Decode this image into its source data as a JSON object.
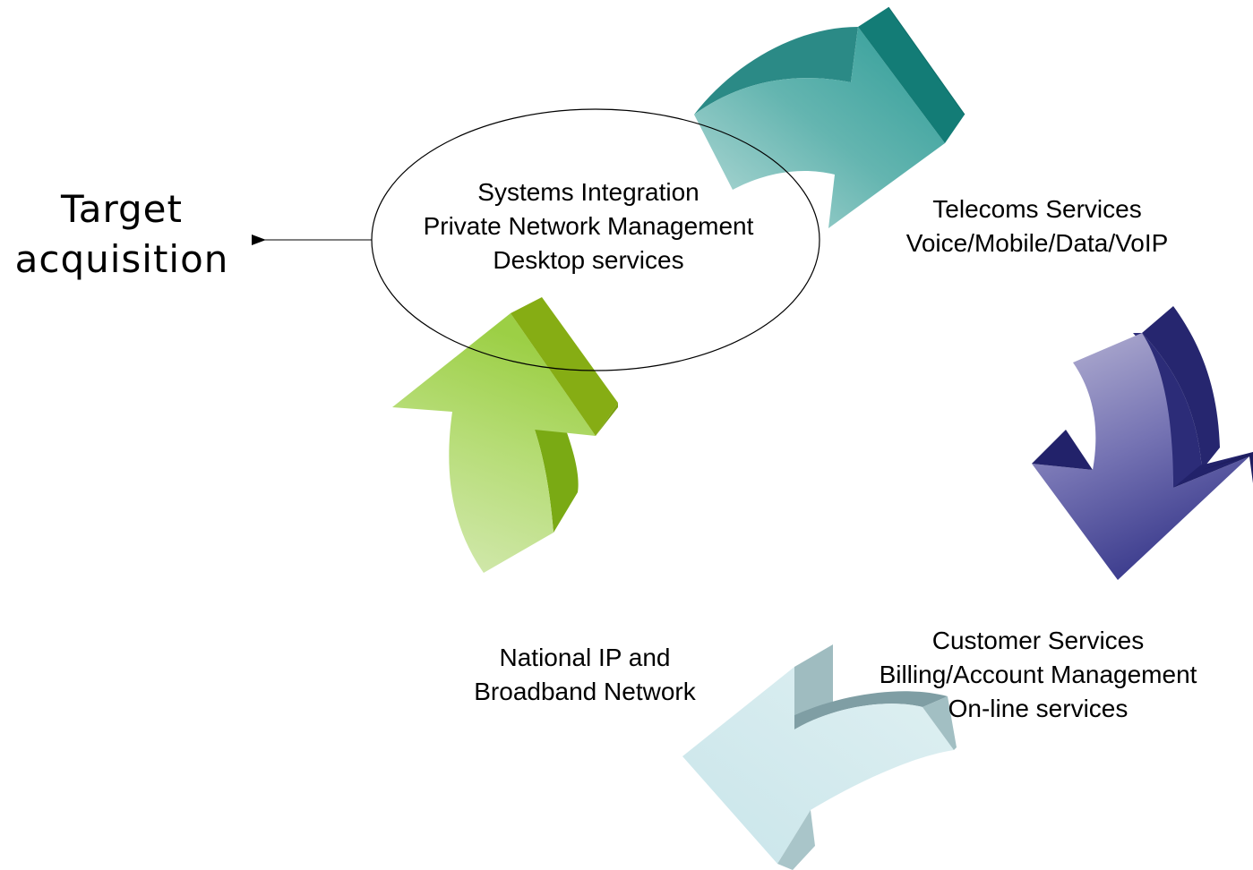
{
  "target_label": {
    "line1": "Target",
    "line2": "acquisition"
  },
  "center_ellipse": {
    "line1": "Systems Integration",
    "line2": "Private Network Management",
    "line3": "Desktop services"
  },
  "telecoms": {
    "line1": "Telecoms Services",
    "line2": "Voice/Mobile/Data/VoIP"
  },
  "customer": {
    "line1": "Customer Services",
    "line2": "Billing/Account Management",
    "line3": "On-line services"
  },
  "network": {
    "line1": "National IP and",
    "line2": "Broadband Network"
  },
  "colors": {
    "teal_arrow": "#2a9a96",
    "navy_arrow": "#3a3a8a",
    "lightblue_arrow": "#cfe6ea",
    "green_arrow": "#9acc3a"
  }
}
